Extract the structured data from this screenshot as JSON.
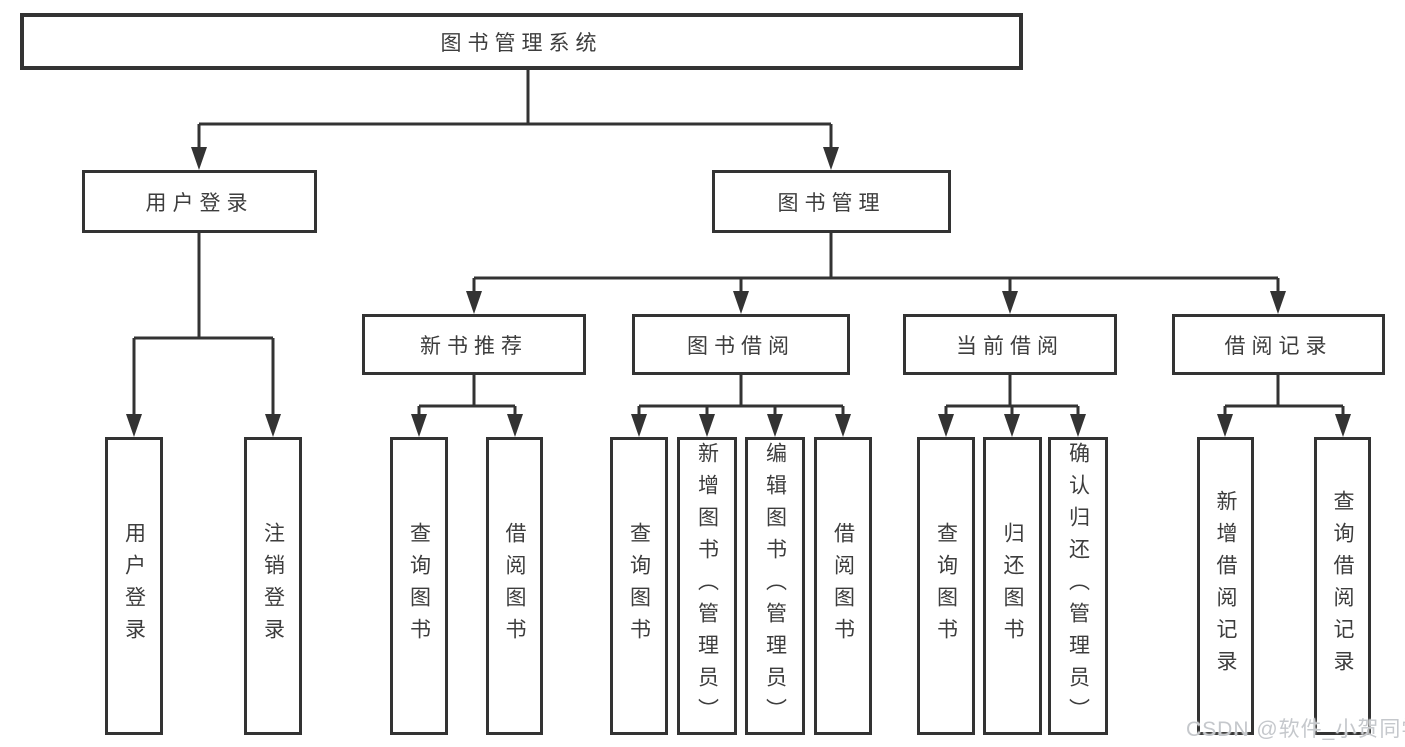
{
  "nodes": {
    "root": {
      "label": "图书管理系统"
    },
    "user_login": {
      "label": "用户登录",
      "children": [
        {
          "label": "用户登录"
        },
        {
          "label": "注销登录"
        }
      ]
    },
    "book_management": {
      "label": "图书管理"
    },
    "new_book_recommend": {
      "label": "新书推荐",
      "children": [
        {
          "label": "查询图书"
        },
        {
          "label": "借阅图书"
        }
      ]
    },
    "book_borrowing": {
      "label": "图书借阅",
      "children": [
        {
          "label": "查询图书"
        },
        {
          "label": "新增图书（管理员）"
        },
        {
          "label": "编辑图书（管理员）"
        },
        {
          "label": "借阅图书"
        }
      ]
    },
    "current_borrowing": {
      "label": "当前借阅",
      "children": [
        {
          "label": "查询图书"
        },
        {
          "label": "归还图书"
        },
        {
          "label": "确认归还（管理员）"
        }
      ]
    },
    "borrowing_records": {
      "label": "借阅记录",
      "children": [
        {
          "label": "新增借阅记录"
        },
        {
          "label": "查询借阅记录"
        }
      ]
    }
  },
  "watermark": {
    "text": "CSDN @软件_小贺同学"
  },
  "theme": {
    "line_color": "#333333",
    "text_color": "#3d3d3d",
    "box_bg": "#ffffff",
    "page_bg": "#ffffff",
    "watermark_color": "#c5c8cc"
  }
}
